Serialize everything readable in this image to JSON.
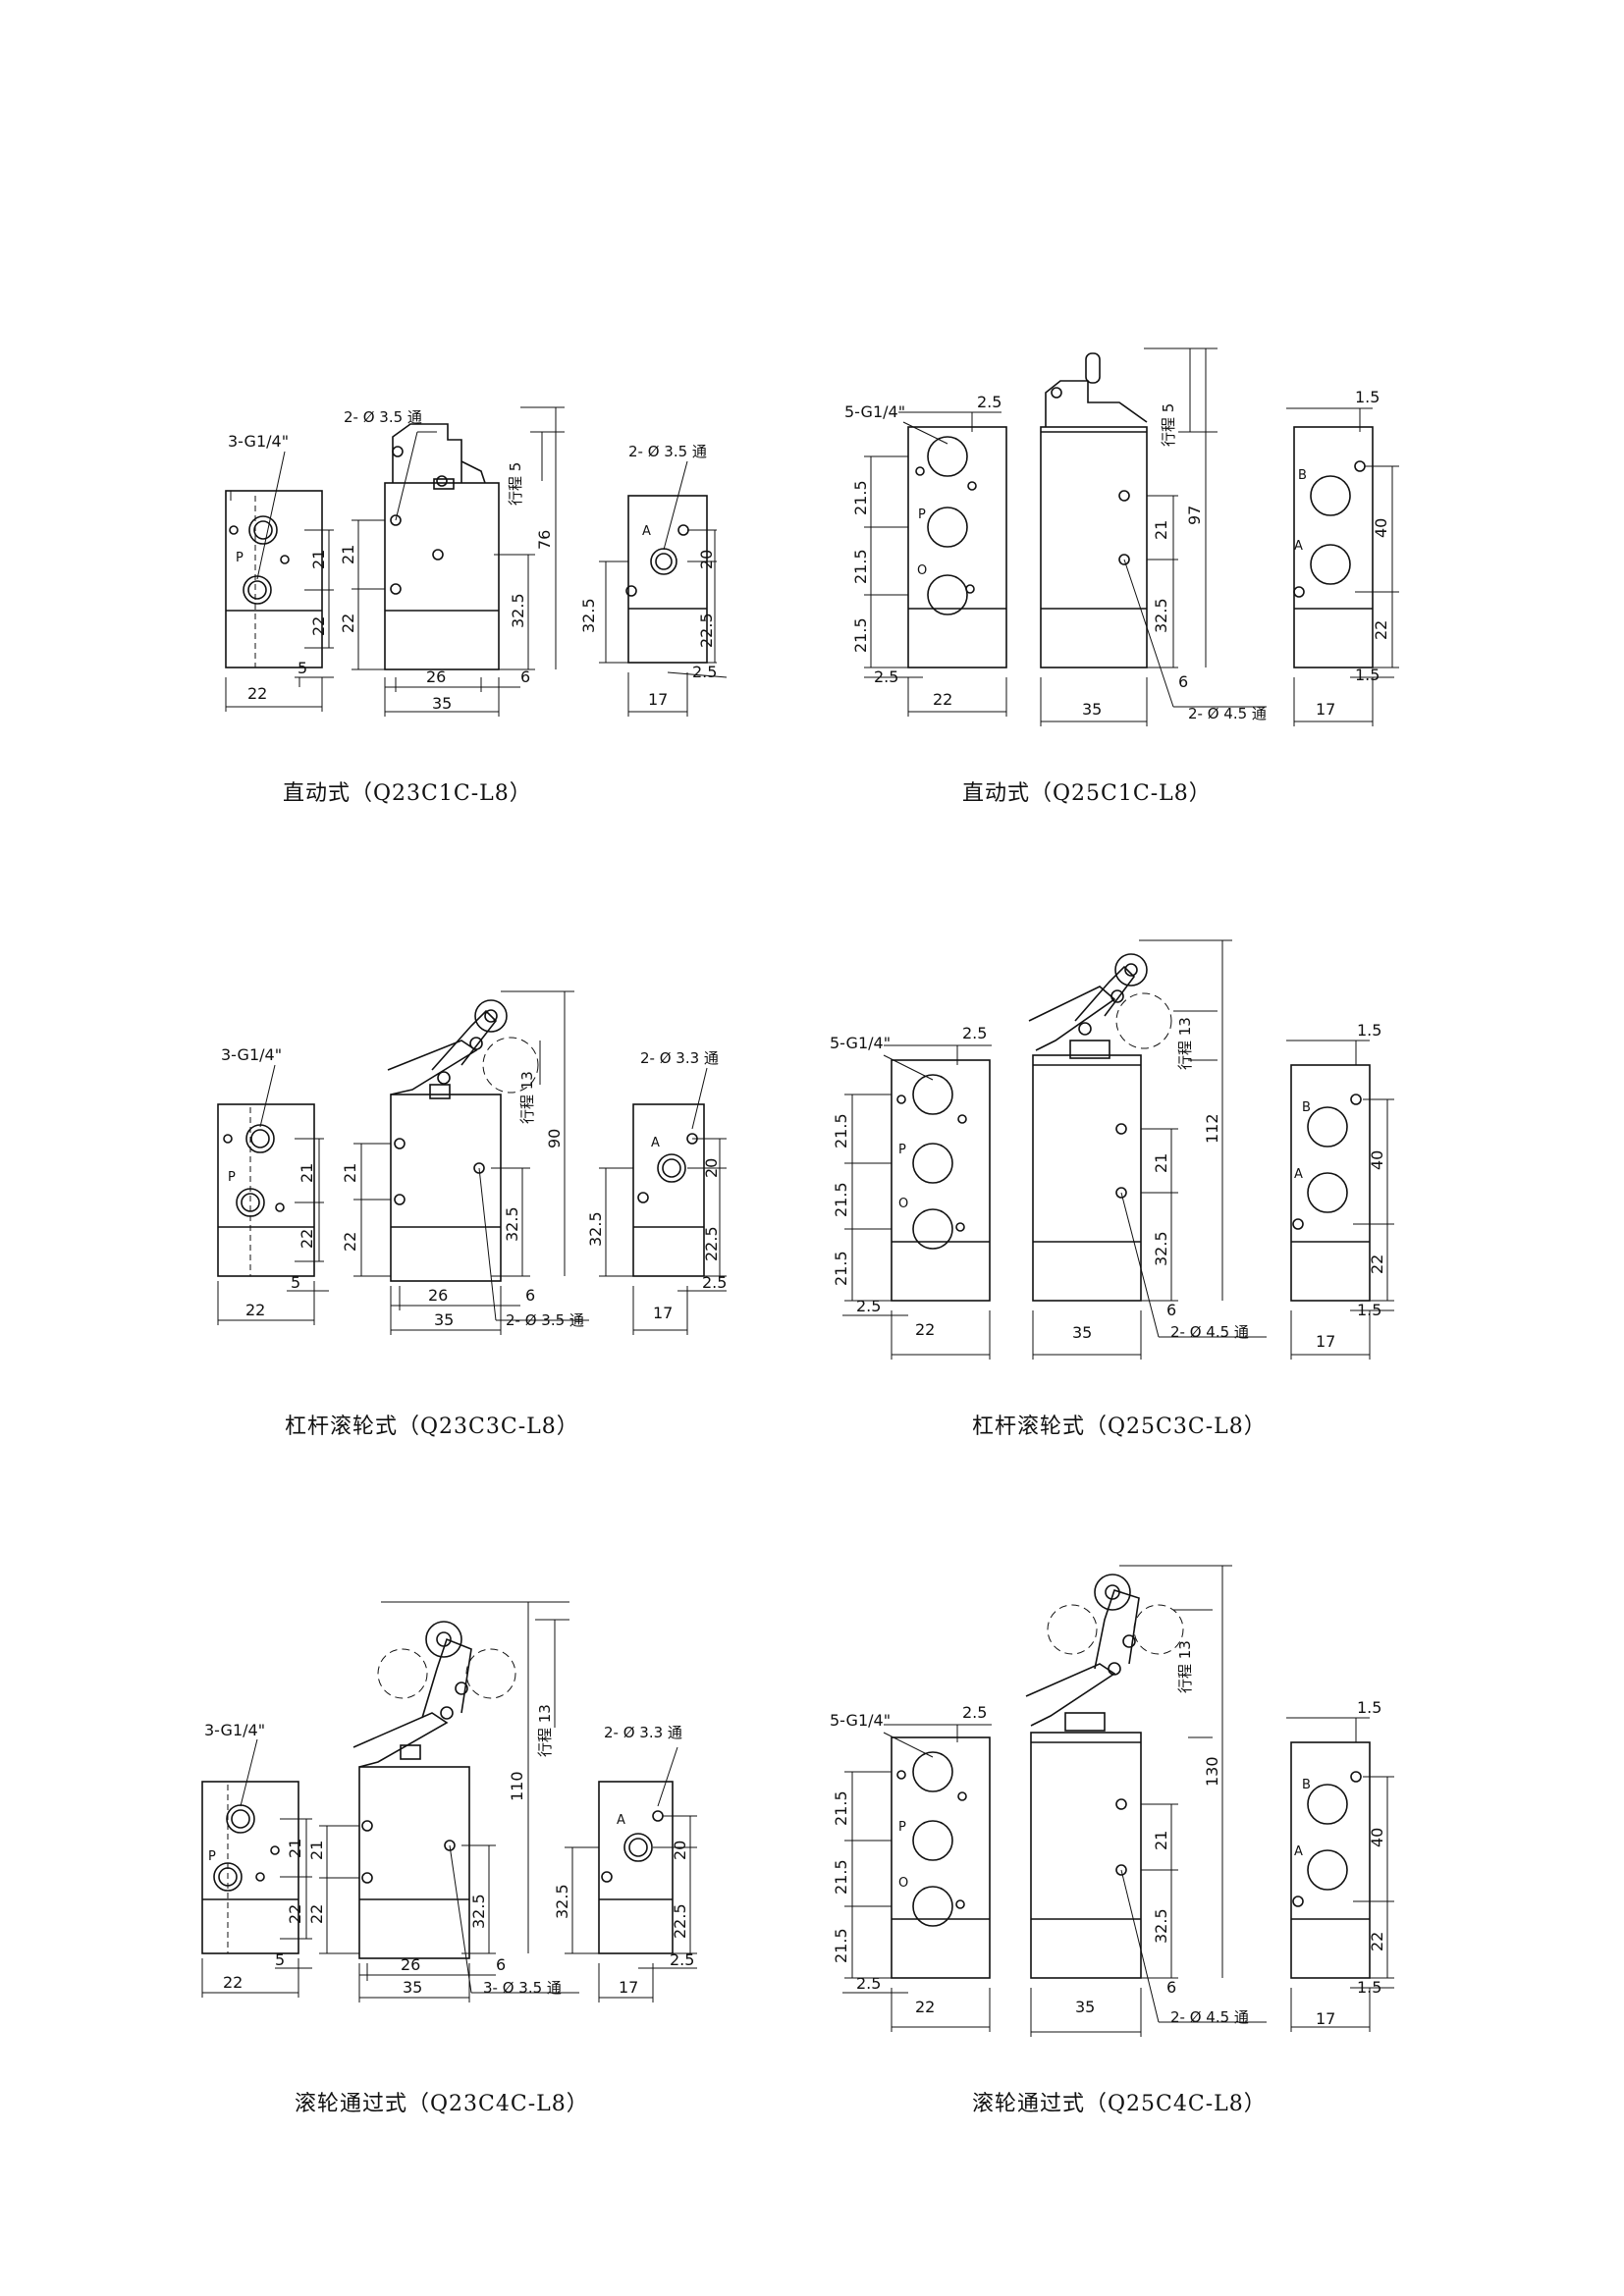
{
  "captions": {
    "q23c1c": "直动式（Q23C1C-L8）",
    "q25c1c": "直动式（Q25C1C-L8）",
    "q23c3c": "杠杆滚轮式（Q23C3C-L8）",
    "q25c3c": "杠杆滚轮式（Q25C3C-L8）",
    "q23c4c": "滚轮通过式（Q23C4C-L8）",
    "q25c4c": "滚轮通过式（Q25C4C-L8）"
  },
  "labels": {
    "port3": "3-G1/4\"",
    "port5": "5-G1/4\"",
    "hole35": "2- Ø 3.5 通",
    "hole33": "2- Ø 3.3 通",
    "hole45": "2- Ø 4.5 通",
    "hole35_3": "3- Ø 3.5 通",
    "stroke5": "行程 5",
    "stroke13": "行程 13",
    "portP": "P",
    "portA": "A",
    "portB": "B",
    "portO": "O"
  },
  "dims": {
    "d22": "22",
    "d21": "21",
    "d5": "5",
    "d26": "26",
    "d35": "35",
    "d6": "6",
    "d17": "17",
    "d2_5": "2.5",
    "d20": "20",
    "d22_5": "22.5",
    "d32_5": "32.5",
    "d76": "76",
    "d97": "97",
    "d90": "90",
    "d112": "112",
    "d110": "110",
    "d130": "130",
    "d21_5": "21.5",
    "d40": "40",
    "d1_5": "1.5"
  }
}
